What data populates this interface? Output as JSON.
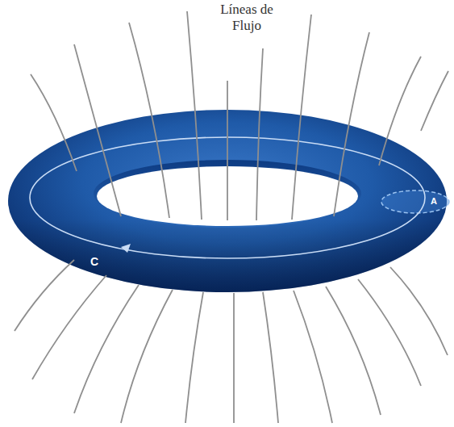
{
  "diagram": {
    "labels": [
      "Líneas de Flujo",
      "C",
      "A"
    ]
  }
}
